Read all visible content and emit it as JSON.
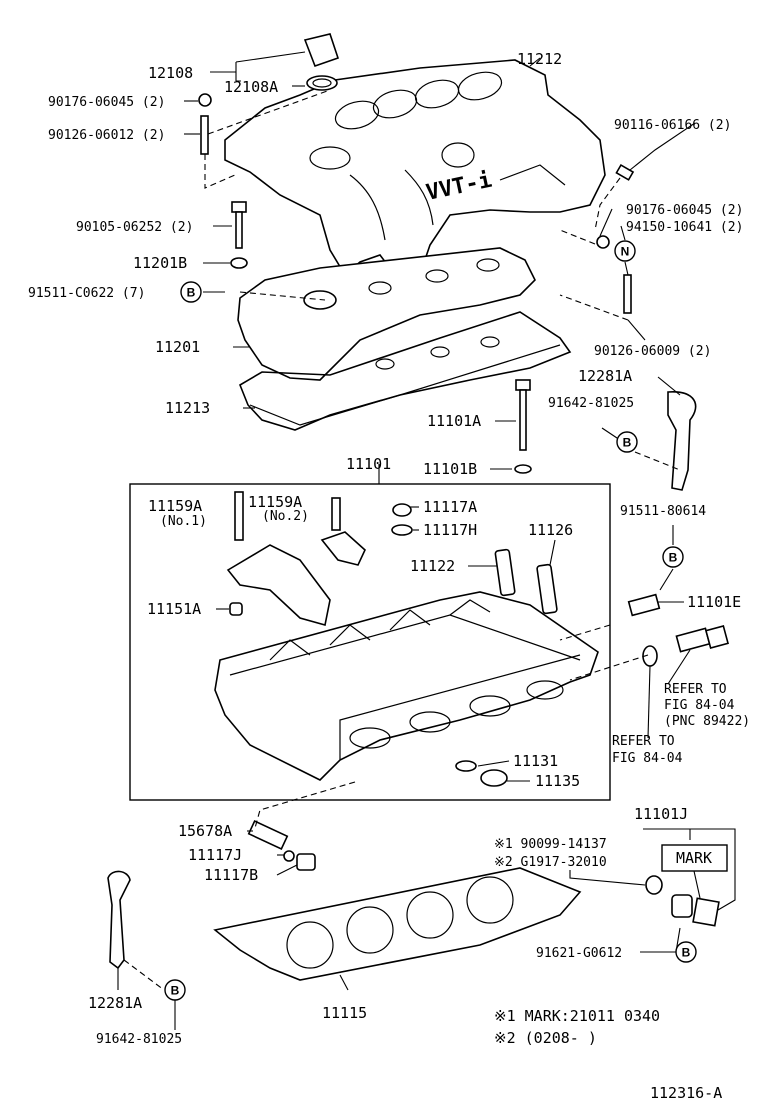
{
  "labels": {
    "p12108": "12108",
    "p12108A": "12108A",
    "p11212": "11212",
    "p9017606045a": "90176-06045 (2)",
    "p9012606012": "90126-06012 (2)",
    "p9011606166": "90116-06166 (2)",
    "p9010506252": "90105-06252 (2)",
    "p9017606045b": "90176-06045 (2)",
    "p9415010641": "94150-10641 (2)",
    "p11201B": "11201B",
    "p91511C0622": "91511-C0622 (7)",
    "p11201": "11201",
    "p9012606009": "90126-06009 (2)",
    "p12281Atop": "12281A",
    "p9164281025top": "91642-81025",
    "p11213": "11213",
    "p11101A": "11101A",
    "p11101B": "11101B",
    "p11101": "11101",
    "p11159A1": "11159A",
    "p11159A1sub": "(No.1)",
    "p11159A2": "11159A",
    "p11159A2sub": "(No.2)",
    "p11117A": "11117A",
    "p11117H": "11117H",
    "p11126": "11126",
    "p11122": "11122",
    "p9151180614": "91511-80614",
    "p11151A": "11151A",
    "p11101E": "11101E",
    "refer1a": "REFER TO",
    "refer1b": "FIG 84-04",
    "refer1c": "(PNC 89422)",
    "refer2a": "REFER TO",
    "refer2b": "FIG 84-04",
    "p11131": "11131",
    "p11135": "11135",
    "p11101J": "11101J",
    "p15678A": "15678A",
    "note1": "※1 90099-14137",
    "note2": "※2 G1917-32010",
    "mark": "MARK",
    "p11117J": "11117J",
    "p11117B": "11117B",
    "p91621G0612": "91621-G0612",
    "p12281Abot": "12281A",
    "p11115": "11115",
    "p9164281025bot": "91642-81025",
    "foot1": "※1 MARK:21011  0340",
    "foot2": "※2 (0208-      )",
    "figid": "112316-A"
  },
  "callout": "B",
  "nut": "N",
  "cover_logo": "VVT-i"
}
